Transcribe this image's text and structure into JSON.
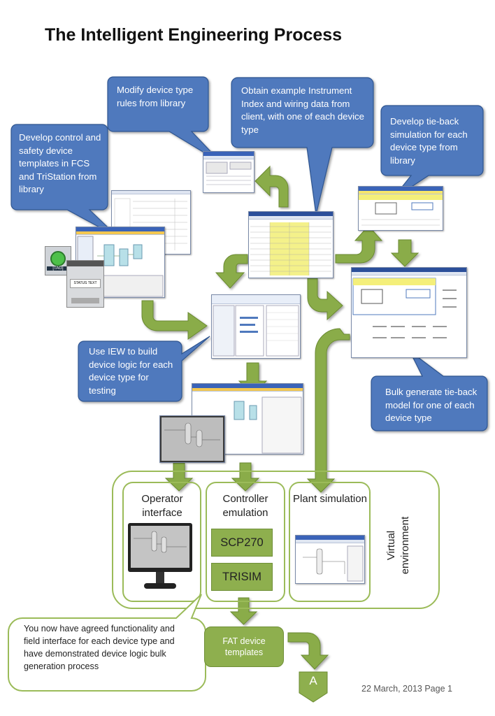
{
  "title": "The Intelligent Engineering Process",
  "callouts": {
    "modify_rules": "Modify device type rules from library",
    "obtain_index": "Obtain example Instrument Index and wiring data from client, with one of each device type",
    "develop_templates": "Develop control and safety device templates in FCS and TriStation from library",
    "develop_tieback": "Develop tie-back simulation for each device type from library",
    "use_iew": "Use IEW to build device logic for each device type for testing",
    "bulk_generate": "Bulk generate tie-back model for one of each device type"
  },
  "environment": {
    "label": "Virtual environment",
    "operator": "Operator interface",
    "controller": "Controller emulation",
    "plant": "Plant simulation",
    "emulators": [
      "SCP270",
      "TRISIM"
    ]
  },
  "note": "You now have agreed functionality and field interface for each device type and have demonstrated device logic bulk generation process",
  "fat_box": "FAT device templates",
  "connector": "A",
  "footer": "22 March, 2013 Page 1",
  "faceplate": {
    "tag": "[TAG]",
    "status": "STATUS TEXT"
  },
  "colors": {
    "callout": "#4f79bd",
    "arrow": "#8aac48",
    "env_border": "#9bbb59"
  }
}
